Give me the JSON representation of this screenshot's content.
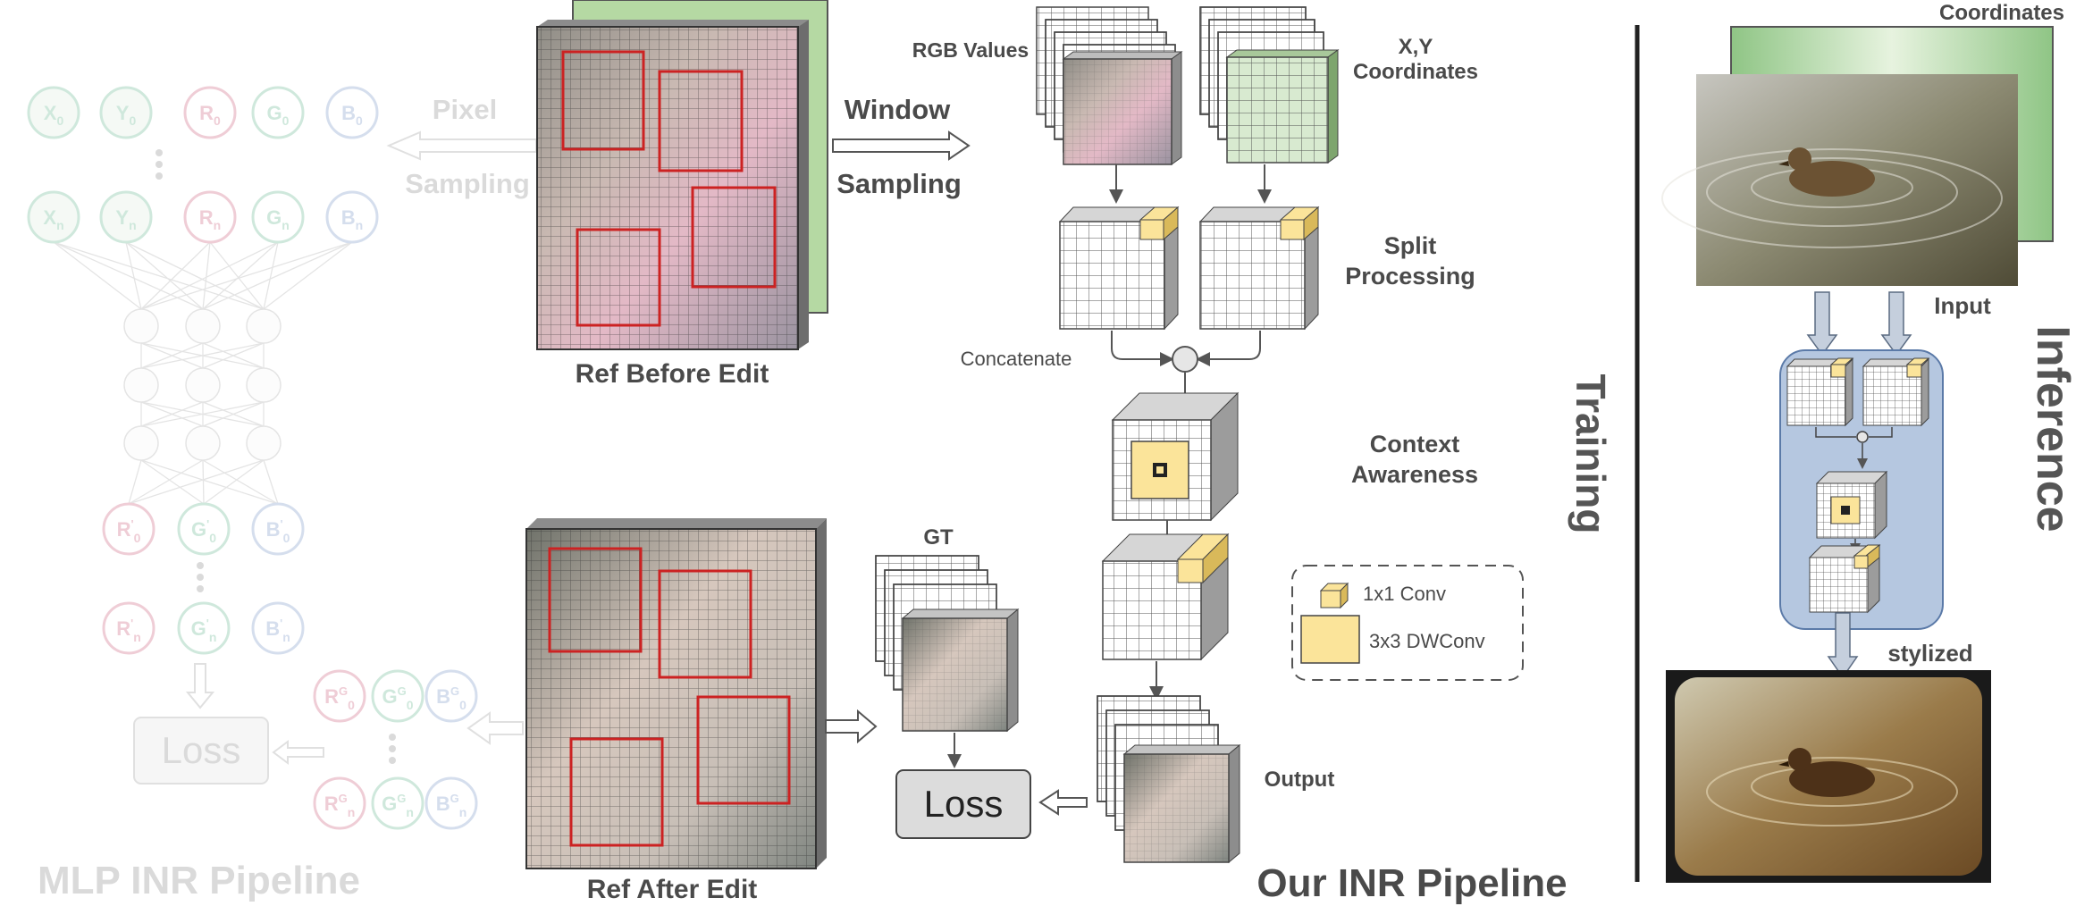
{
  "mlp": {
    "title": "MLP INR Pipeline",
    "pixel_word": "Pixel",
    "sampling_word": "Sampling",
    "input_top": [
      {
        "b": "X",
        "s": "0",
        "c": "green"
      },
      {
        "b": "Y",
        "s": "0",
        "c": "green"
      },
      {
        "b": "R",
        "s": "0",
        "c": "red"
      },
      {
        "b": "G",
        "s": "0",
        "c": "green"
      },
      {
        "b": "B",
        "s": "0",
        "c": "blue"
      }
    ],
    "input_bottom": [
      {
        "b": "X",
        "s": "n",
        "c": "green"
      },
      {
        "b": "Y",
        "s": "n",
        "c": "green"
      },
      {
        "b": "R",
        "s": "n",
        "c": "red"
      },
      {
        "b": "G",
        "s": "n",
        "c": "green"
      },
      {
        "b": "B",
        "s": "n",
        "c": "blue"
      }
    ],
    "output_top": [
      {
        "b": "R",
        "s": "0",
        "p": "'",
        "c": "red"
      },
      {
        "b": "G",
        "s": "0",
        "p": "'",
        "c": "green"
      },
      {
        "b": "B",
        "s": "0",
        "p": "'",
        "c": "blue"
      }
    ],
    "output_bottom": [
      {
        "b": "R",
        "s": "n",
        "p": "'",
        "c": "red"
      },
      {
        "b": "G",
        "s": "n",
        "p": "'",
        "c": "green"
      },
      {
        "b": "B",
        "s": "n",
        "p": "'",
        "c": "blue"
      }
    ],
    "gt_top": [
      {
        "b": "R",
        "s": "0",
        "p": "G",
        "c": "red"
      },
      {
        "b": "G",
        "s": "0",
        "p": "G",
        "c": "green"
      },
      {
        "b": "B",
        "s": "0",
        "p": "G",
        "c": "blue"
      }
    ],
    "gt_bottom": [
      {
        "b": "R",
        "s": "n",
        "p": "G",
        "c": "red"
      },
      {
        "b": "G",
        "s": "n",
        "p": "G",
        "c": "green"
      },
      {
        "b": "B",
        "s": "n",
        "p": "G",
        "c": "blue"
      }
    ],
    "loss": "Loss"
  },
  "ref_before": "Ref Before Edit",
  "ref_after": "Ref After Edit",
  "window_word": "Window",
  "sampling_word": "Sampling",
  "rgb_values": "RGB Values",
  "xy_line1": "X,Y",
  "xy_line2": "Coordinates",
  "split_line1": "Split",
  "split_line2": "Processing",
  "concatenate": "Concatenate",
  "context_line1": "Context",
  "context_line2": "Awareness",
  "gt": "GT",
  "loss": "Loss",
  "output": "Output",
  "legend": {
    "conv1": "1x1 Conv",
    "conv3": "3x3 DWConv"
  },
  "our_title": "Our INR Pipeline",
  "training": "Training",
  "inference": "Inference",
  "coordinates": "Coordinates",
  "input": "Input",
  "stylized": "stylized",
  "colors": {
    "faded": "#cfcfcf",
    "dark": "#4a4a4a",
    "red_node": "#e3a6b6",
    "green_node": "#a9d7c1",
    "blue_node": "#b3c4e0",
    "grid_red": "#cc2222",
    "yellow": "#fbe49a",
    "inference_panel": "#b5c7e0",
    "coord_green": "#b5d9a3"
  }
}
